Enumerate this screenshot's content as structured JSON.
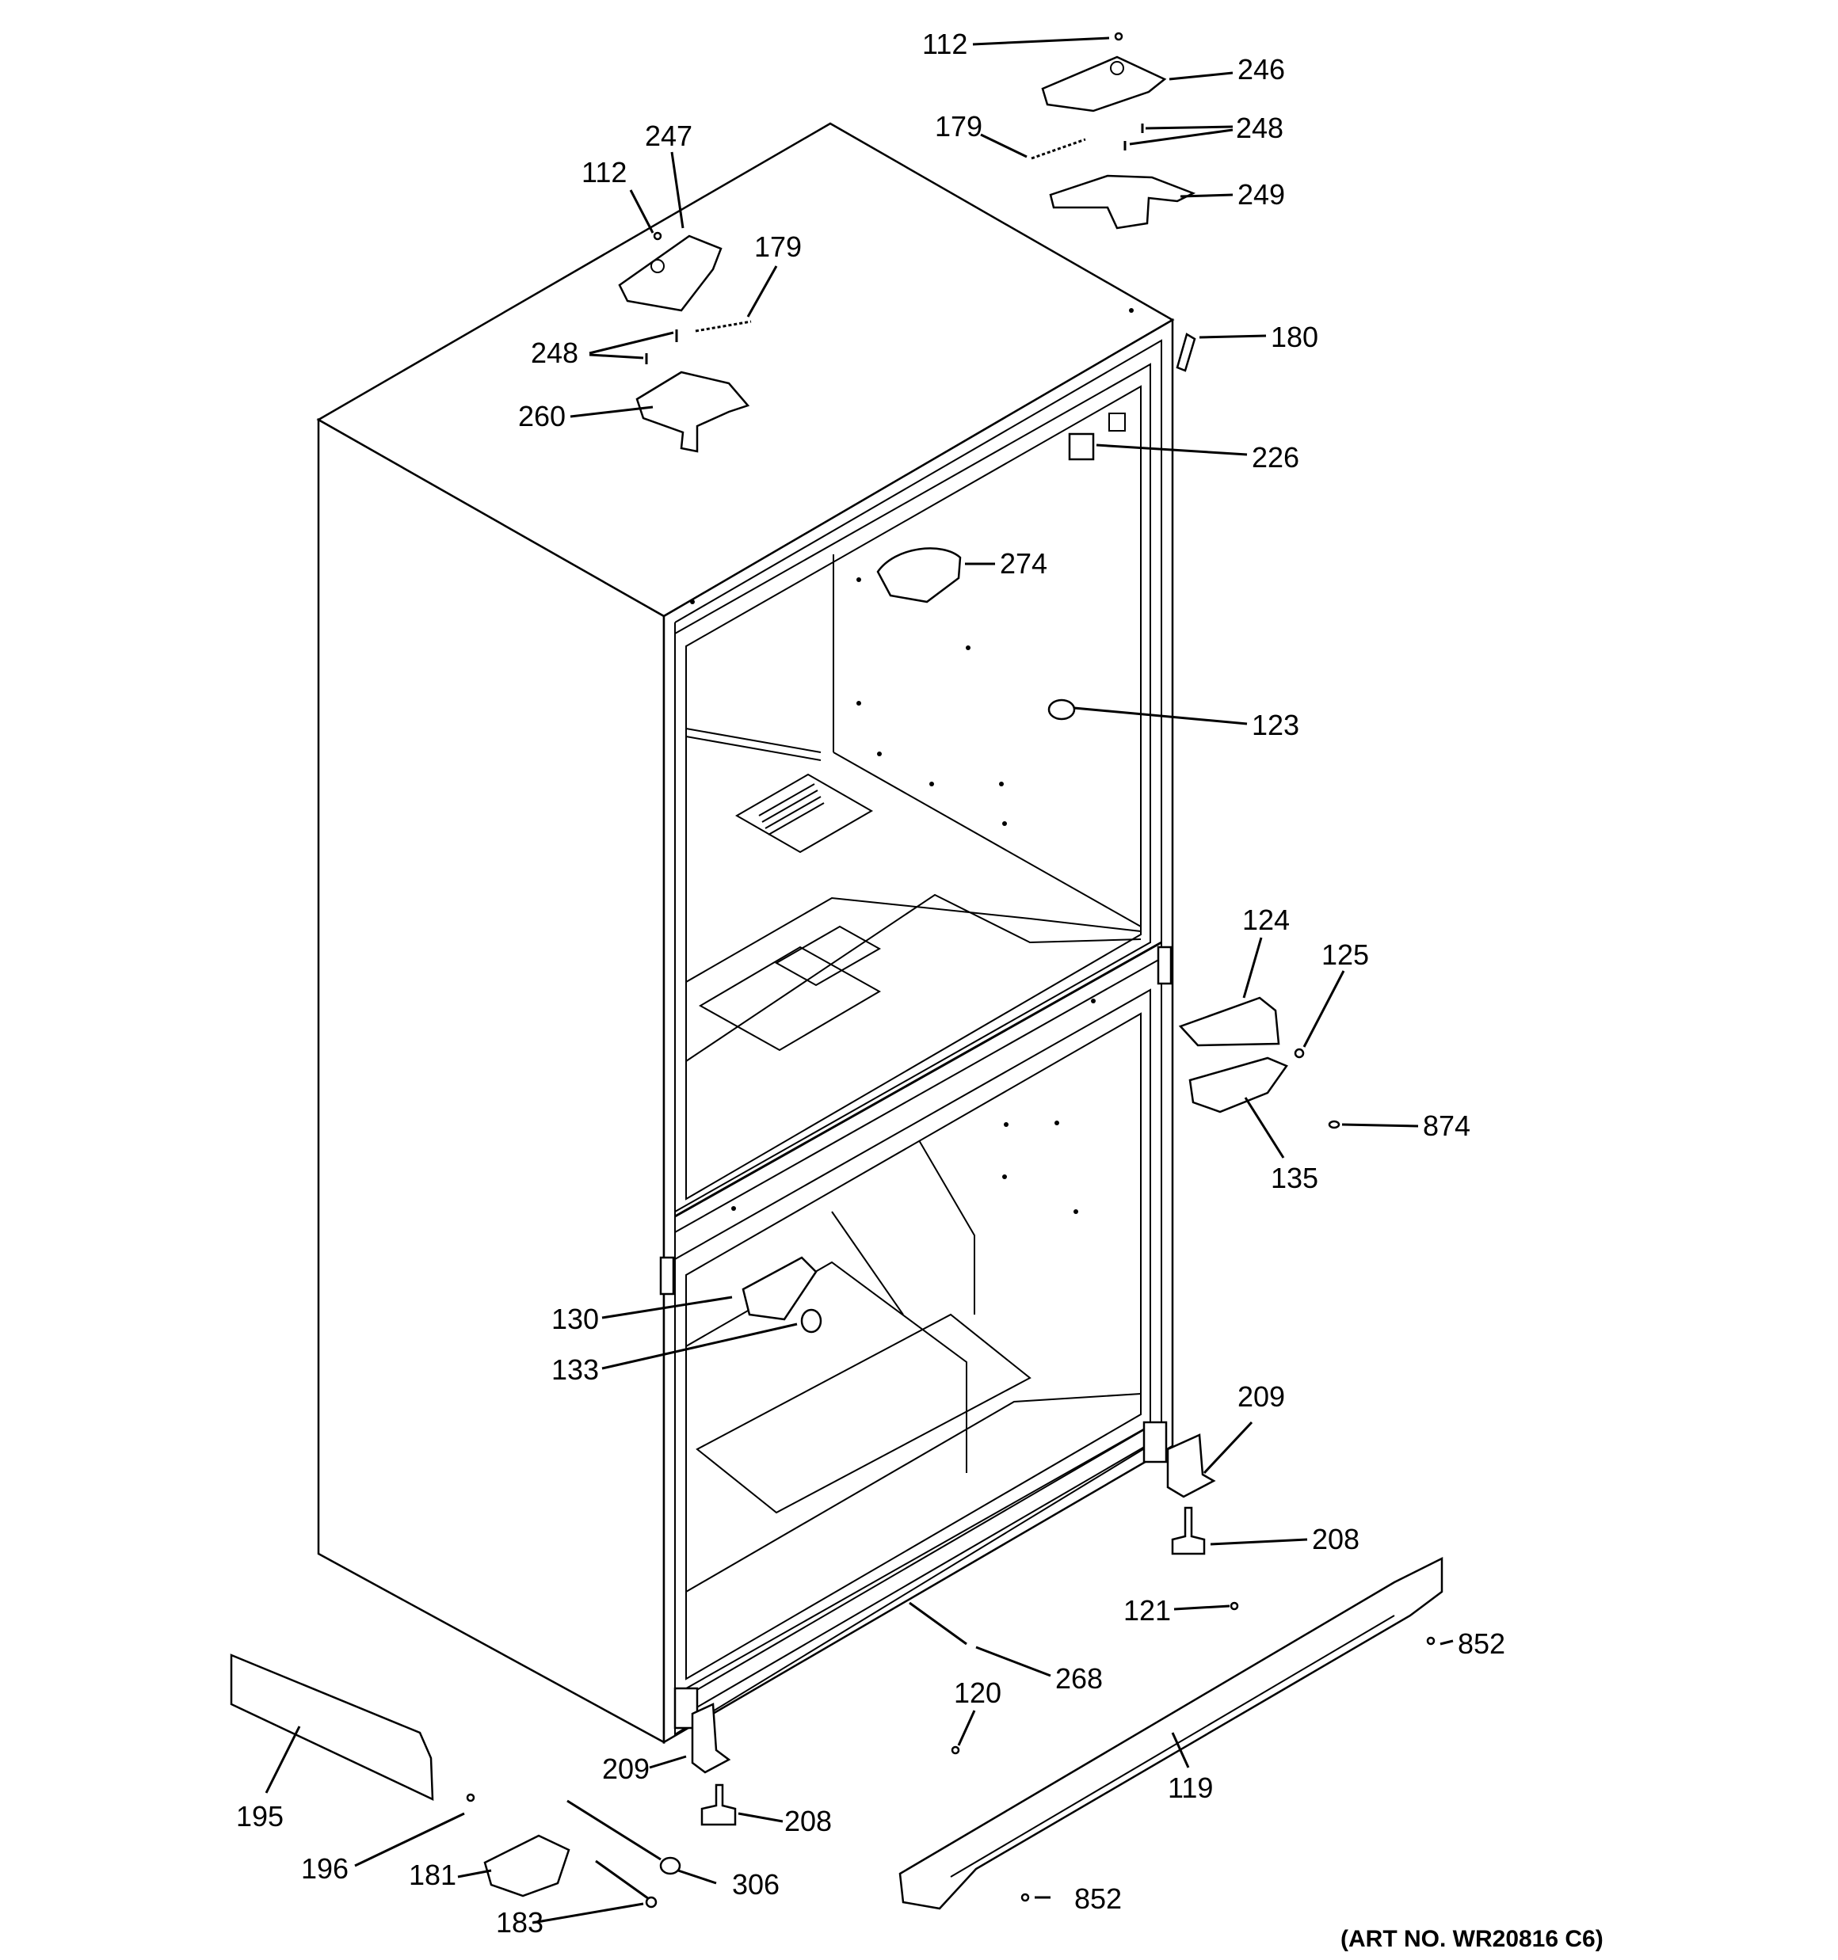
{
  "art_number": "(ART NO. WR20816 C6)",
  "callouts": [
    {
      "id": "c112-top",
      "text": "112"
    },
    {
      "id": "c246",
      "text": "246"
    },
    {
      "id": "c179-top",
      "text": "179"
    },
    {
      "id": "c248-top",
      "text": "248"
    },
    {
      "id": "c249",
      "text": "249"
    },
    {
      "id": "c247",
      "text": "247"
    },
    {
      "id": "c112-left",
      "text": "112"
    },
    {
      "id": "c179-left",
      "text": "179"
    },
    {
      "id": "c248-left",
      "text": "248"
    },
    {
      "id": "c260",
      "text": "260"
    },
    {
      "id": "c180",
      "text": "180"
    },
    {
      "id": "c226",
      "text": "226"
    },
    {
      "id": "c274",
      "text": "274"
    },
    {
      "id": "c123",
      "text": "123"
    },
    {
      "id": "c124",
      "text": "124"
    },
    {
      "id": "c125",
      "text": "125"
    },
    {
      "id": "c874",
      "text": "874"
    },
    {
      "id": "c135",
      "text": "135"
    },
    {
      "id": "c130",
      "text": "130"
    },
    {
      "id": "c133",
      "text": "133"
    },
    {
      "id": "c209-right",
      "text": "209"
    },
    {
      "id": "c208-right",
      "text": "208"
    },
    {
      "id": "c121",
      "text": "121"
    },
    {
      "id": "c852-right",
      "text": "852"
    },
    {
      "id": "c268",
      "text": "268"
    },
    {
      "id": "c120",
      "text": "120"
    },
    {
      "id": "c119",
      "text": "119"
    },
    {
      "id": "c209-left",
      "text": "209"
    },
    {
      "id": "c208-left",
      "text": "208"
    },
    {
      "id": "c195",
      "text": "195"
    },
    {
      "id": "c196",
      "text": "196"
    },
    {
      "id": "c181",
      "text": "181"
    },
    {
      "id": "c306",
      "text": "306"
    },
    {
      "id": "c183",
      "text": "183"
    },
    {
      "id": "c852-bottom",
      "text": "852"
    }
  ]
}
